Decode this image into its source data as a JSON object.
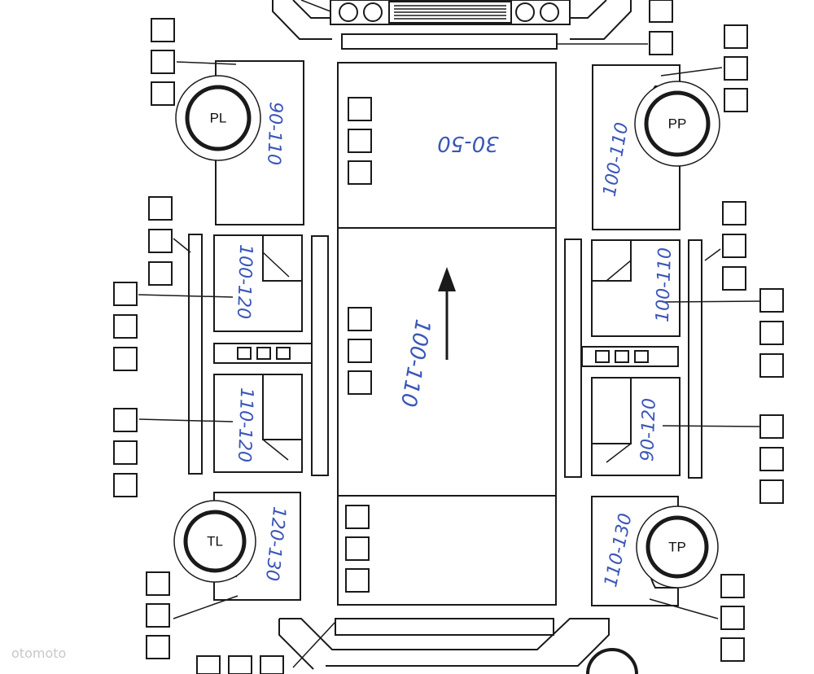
{
  "wheels": {
    "front_left": "PL",
    "front_right": "PP",
    "rear_left": "TL",
    "rear_right": "TP"
  },
  "readings": {
    "roof": "30-50",
    "hood": "100-110",
    "front_left_fender": "90-110",
    "front_right_fender": "100-110",
    "front_left_door": "100-120",
    "rear_left_door": "110-120",
    "front_right_door": "100-110",
    "rear_right_door": "90-120",
    "rear_left_fender": "120-130",
    "rear_right_fender": "110-130"
  },
  "watermark": "otomoto",
  "colors": {
    "ink": "#1a1a1a",
    "handwriting": "#3a56b8"
  }
}
